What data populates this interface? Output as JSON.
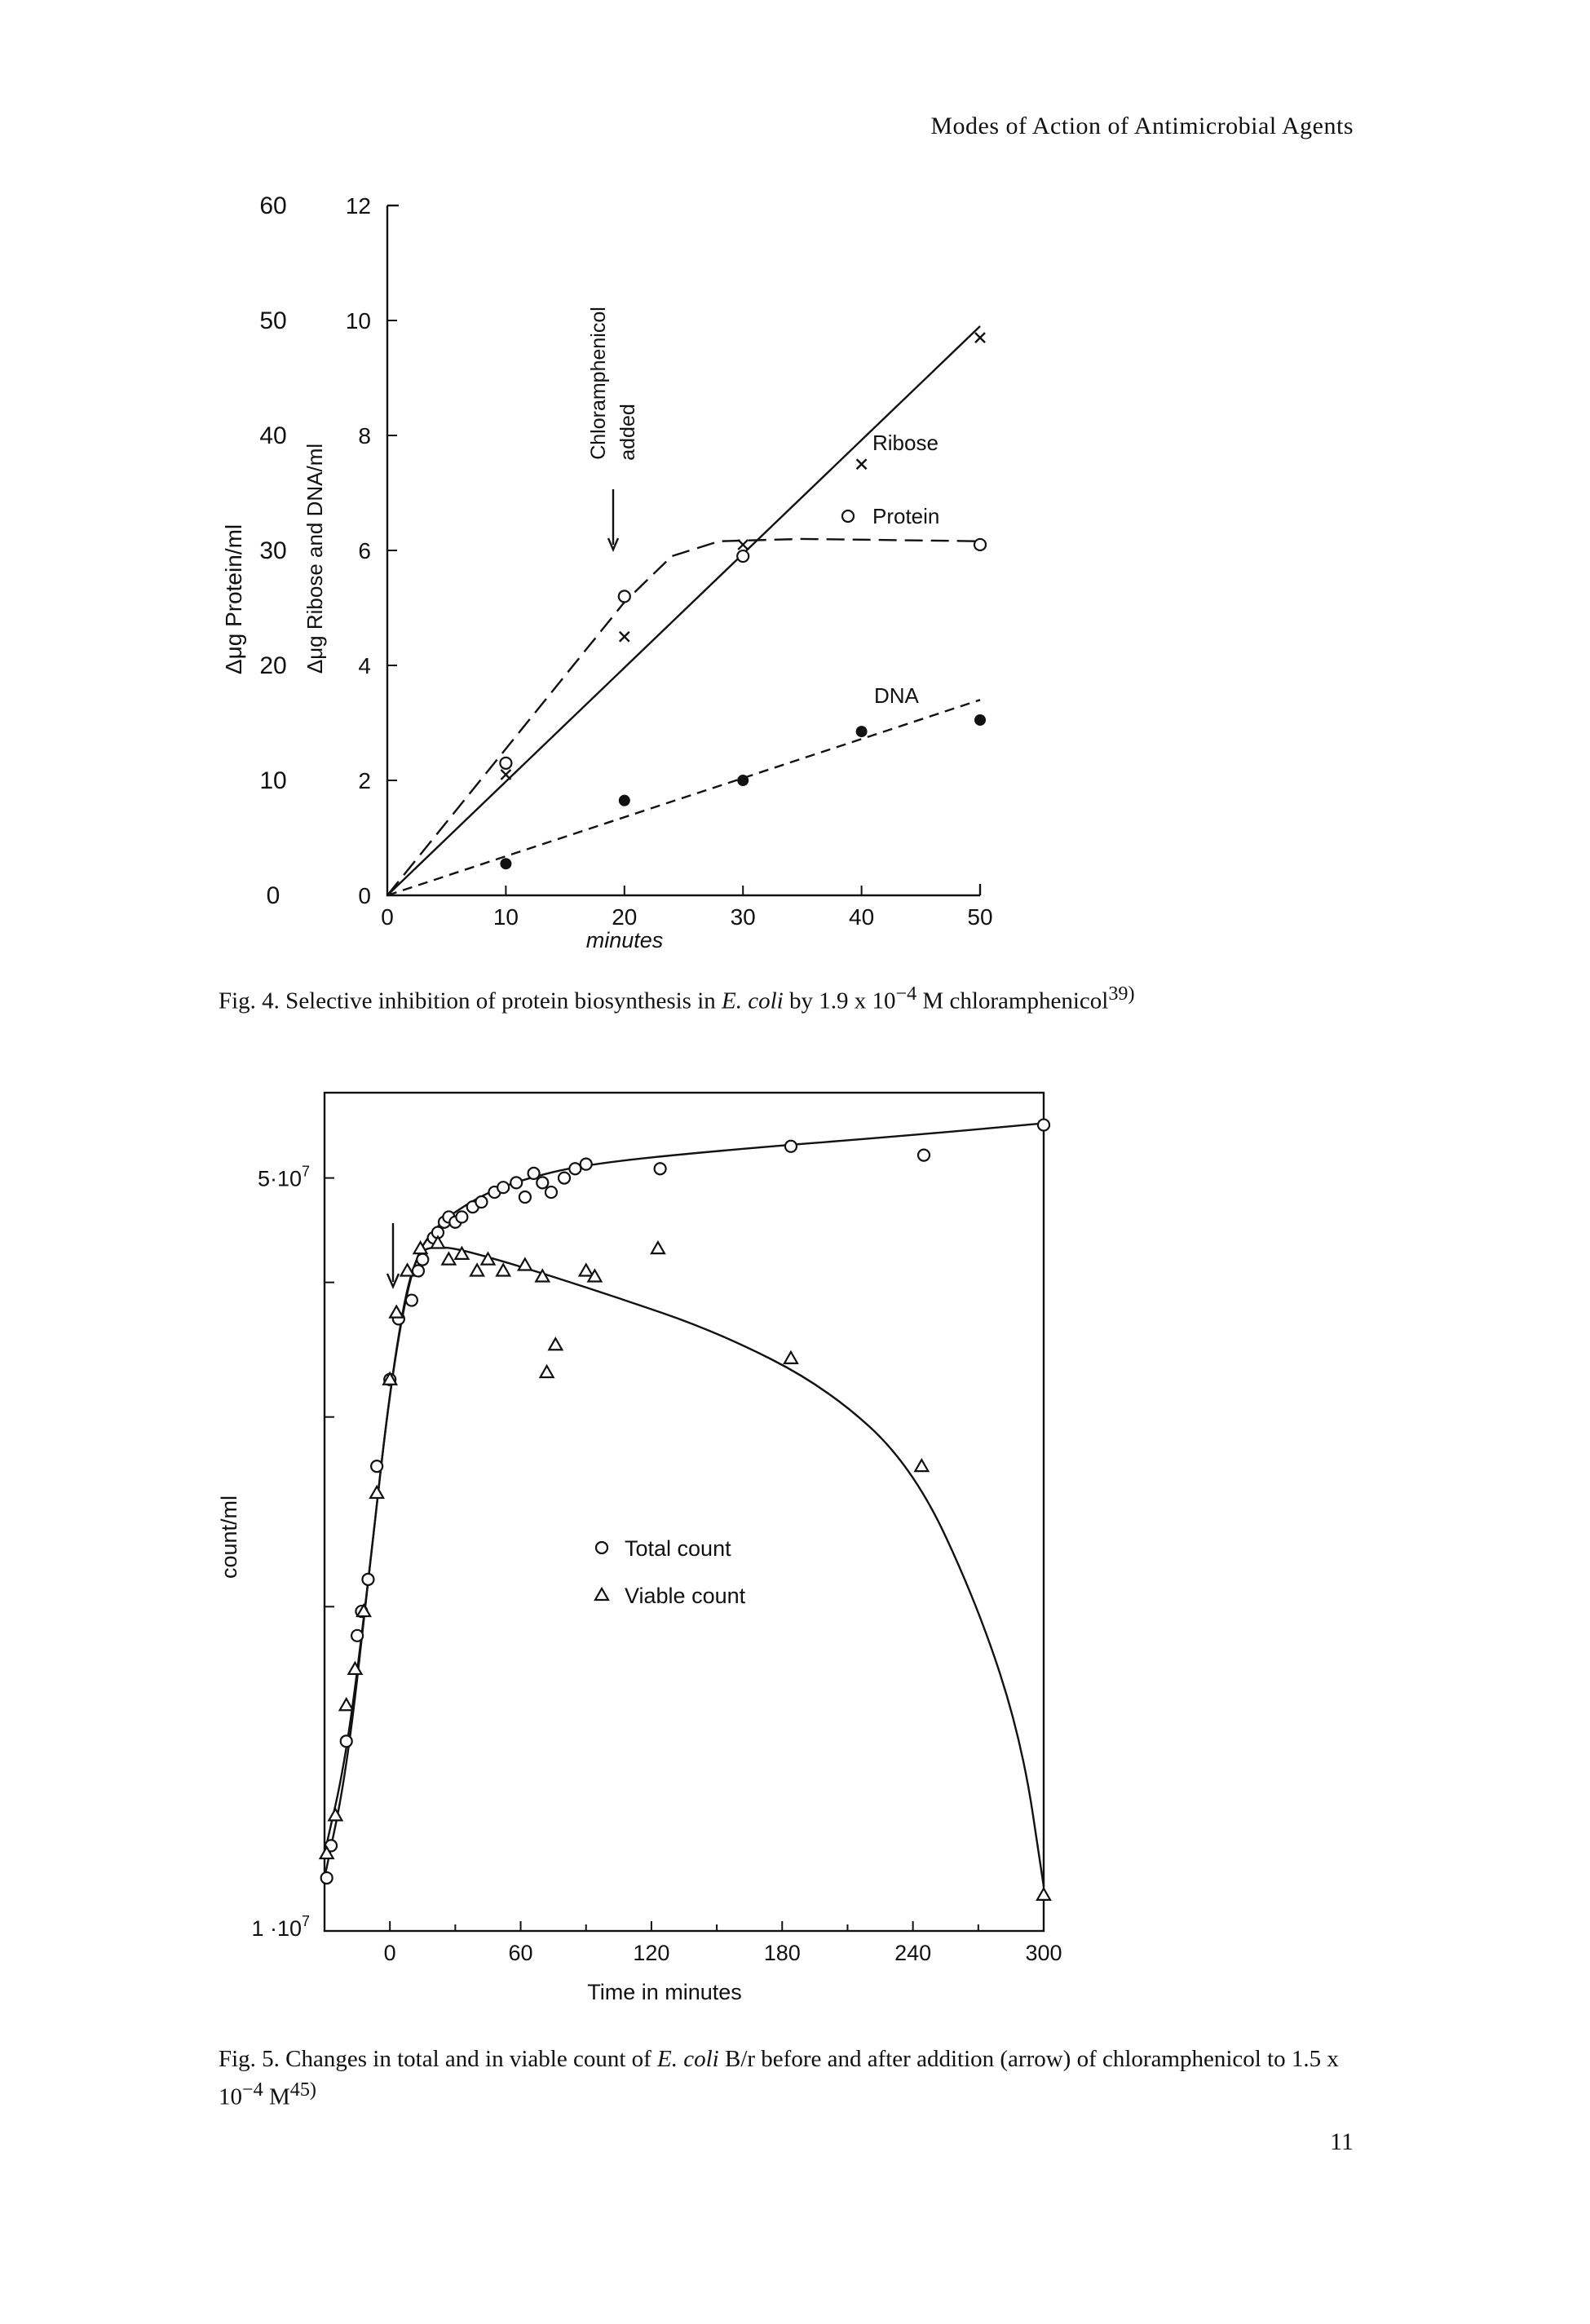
{
  "page": {
    "running_head": "Modes of Action of Antimicrobial Agents",
    "page_number": "11"
  },
  "chart_data": [
    {
      "id": "fig4",
      "type": "line",
      "caption_main": "Fig. 4. Selective inhibition of protein biosynthesis in ",
      "caption_species": "E. coli",
      "caption_rest": " by 1.9 x 10",
      "caption_exp": "−4",
      "caption_tail": " M chloramphenicol",
      "caption_ref": "39)",
      "xlabel": "minutes",
      "ylabel_left": "Δμg Protein/ml",
      "ylabel_right": "Δμg Ribose and DNA/ml",
      "xlim": [
        0,
        50
      ],
      "ylim_left": [
        0,
        60
      ],
      "ylim_right": [
        0,
        12
      ],
      "x_ticks": [
        "0",
        "10",
        "20",
        "30",
        "40",
        "50"
      ],
      "y_ticks_left": [
        "0",
        "10",
        "20",
        "30",
        "40",
        "50",
        "60"
      ],
      "y_ticks_right": [
        "0",
        "2",
        "4",
        "6",
        "8",
        "10",
        "12"
      ],
      "annotation": [
        "Chloramphenicol",
        "added"
      ],
      "annotation_x": 20,
      "series": [
        {
          "name": "Ribose",
          "marker": "x",
          "axis": "right",
          "points": [
            [
              10,
              2.1
            ],
            [
              20,
              4.5
            ],
            [
              30,
              6.1
            ],
            [
              40,
              7.5
            ],
            [
              50,
              9.7
            ]
          ],
          "fit": [
            [
              0,
              0
            ],
            [
              50,
              9.9
            ]
          ]
        },
        {
          "name": "Protein",
          "marker": "o",
          "axis": "left",
          "points": [
            [
              10,
              11.5
            ],
            [
              20,
              26.0
            ],
            [
              30,
              29.5
            ],
            [
              50,
              30.5
            ]
          ],
          "fit": [
            [
              0,
              0
            ],
            [
              20,
              25.5
            ],
            [
              24,
              29.5
            ],
            [
              28,
              30.8
            ],
            [
              35,
              31.0
            ],
            [
              50,
              30.8
            ]
          ]
        },
        {
          "name": "DNA",
          "marker": "dot",
          "axis": "right",
          "points": [
            [
              10,
              0.55
            ],
            [
              20,
              1.65
            ],
            [
              30,
              2.0
            ],
            [
              40,
              2.85
            ],
            [
              50,
              3.05
            ]
          ],
          "fit": [
            [
              0,
              0
            ],
            [
              50,
              3.4
            ]
          ]
        }
      ]
    },
    {
      "id": "fig5",
      "type": "scatter",
      "caption_main": "Fig. 5. Changes in total and in viable count of ",
      "caption_species": "E. coli",
      "caption_rest": " B/r before and after addition (arrow) of chloramphenicol to 1.5 x 10",
      "caption_exp": "−4",
      "caption_tail": " M",
      "caption_ref": "45)",
      "xlabel": "Time in minutes",
      "ylabel": "count/ml",
      "xlim": [
        -30,
        300
      ],
      "y_scale": "log",
      "ylim": [
        10000000.0,
        60000000.0
      ],
      "x_ticks": [
        "0",
        "60",
        "120",
        "180",
        "240",
        "300"
      ],
      "y_tick_top": "5·10",
      "y_tick_top_exp": "7",
      "y_tick_bottom": "1 ·10",
      "y_tick_bottom_exp": "7",
      "arrow_x": 0,
      "legend": [
        {
          "marker": "o",
          "label": "Total count"
        },
        {
          "marker": "triangle",
          "label": "Viable count"
        }
      ],
      "legend_placement": "center",
      "series": [
        {
          "name": "Total count",
          "marker": "o",
          "points": [
            [
              -29,
              11200000.0
            ],
            [
              -27,
              12000000.0
            ],
            [
              -20,
              15000000.0
            ],
            [
              -15,
              18800000.0
            ],
            [
              -13,
              19800000.0
            ],
            [
              -10,
              21200000.0
            ],
            [
              -6,
              27000000.0
            ],
            [
              0,
              32500000.0
            ],
            [
              4,
              37000000.0
            ],
            [
              10,
              38500000.0
            ],
            [
              13,
              41000000.0
            ],
            [
              15,
              42000000.0
            ],
            [
              20,
              44000000.0
            ],
            [
              22,
              44500000.0
            ],
            [
              25,
              45500000.0
            ],
            [
              27,
              46000000.0
            ],
            [
              30,
              45500000.0
            ],
            [
              33,
              46000000.0
            ],
            [
              38,
              47000000.0
            ],
            [
              42,
              47500000.0
            ],
            [
              48,
              48500000.0
            ],
            [
              52,
              49000000.0
            ],
            [
              58,
              49500000.0
            ],
            [
              62,
              48000000.0
            ],
            [
              66,
              50500000.0
            ],
            [
              70,
              49500000.0
            ],
            [
              74,
              48500000.0
            ],
            [
              80,
              50000000.0
            ],
            [
              85,
              51000000.0
            ],
            [
              90,
              51500000.0
            ],
            [
              124,
              51000000.0
            ],
            [
              184,
              53500000.0
            ],
            [
              245,
              52500000.0
            ],
            [
              300,
              56000000.0
            ]
          ],
          "fit": [
            [
              -30,
              11200000.0
            ],
            [
              -20,
              14000000.0
            ],
            [
              -10,
              21000000.0
            ],
            [
              0,
              32000000.0
            ],
            [
              10,
              41500000.0
            ],
            [
              20,
              45000000.0
            ],
            [
              40,
              48000000.0
            ],
            [
              60,
              49800000.0
            ],
            [
              90,
              51500000.0
            ],
            [
              150,
              53000000.0
            ],
            [
              240,
              54800000.0
            ],
            [
              300,
              56200000.0
            ]
          ]
        },
        {
          "name": "Viable count",
          "marker": "triangle",
          "points": [
            [
              -29,
              11800000.0
            ],
            [
              -25,
              12800000.0
            ],
            [
              -20,
              16200000.0
            ],
            [
              -16,
              17500000.0
            ],
            [
              -12,
              19800000.0
            ],
            [
              -6,
              25500000.0
            ],
            [
              0,
              32500000.0
            ],
            [
              3,
              37500000.0
            ],
            [
              8,
              41000000.0
            ],
            [
              14,
              43000000.0
            ],
            [
              22,
              43500000.0
            ],
            [
              27,
              42000000.0
            ],
            [
              33,
              42500000.0
            ],
            [
              40,
              41000000.0
            ],
            [
              45,
              42000000.0
            ],
            [
              52,
              41000000.0
            ],
            [
              62,
              41500000.0
            ],
            [
              70,
              40500000.0
            ],
            [
              90,
              41000000.0
            ],
            [
              94,
              40500000.0
            ],
            [
              72,
              33000000.0
            ],
            [
              76,
              35000000.0
            ],
            [
              123,
              43000000.0
            ],
            [
              184,
              34000000.0
            ],
            [
              244,
              27000000.0
            ],
            [
              300,
              10800000.0
            ]
          ],
          "fit": [
            [
              -30,
              11800000.0
            ],
            [
              -20,
              14500000.0
            ],
            [
              -10,
              21000000.0
            ],
            [
              0,
              32000000.0
            ],
            [
              10,
              42000000.0
            ],
            [
              20,
              43500000.0
            ],
            [
              50,
              42000000.0
            ],
            [
              100,
              39000000.0
            ],
            [
              150,
              36000000.0
            ],
            [
              200,
              32000000.0
            ],
            [
              240,
              27000000.0
            ],
            [
              270,
              20000000.0
            ],
            [
              290,
              15000000.0
            ],
            [
              300,
              11000000.0
            ]
          ]
        }
      ]
    }
  ]
}
